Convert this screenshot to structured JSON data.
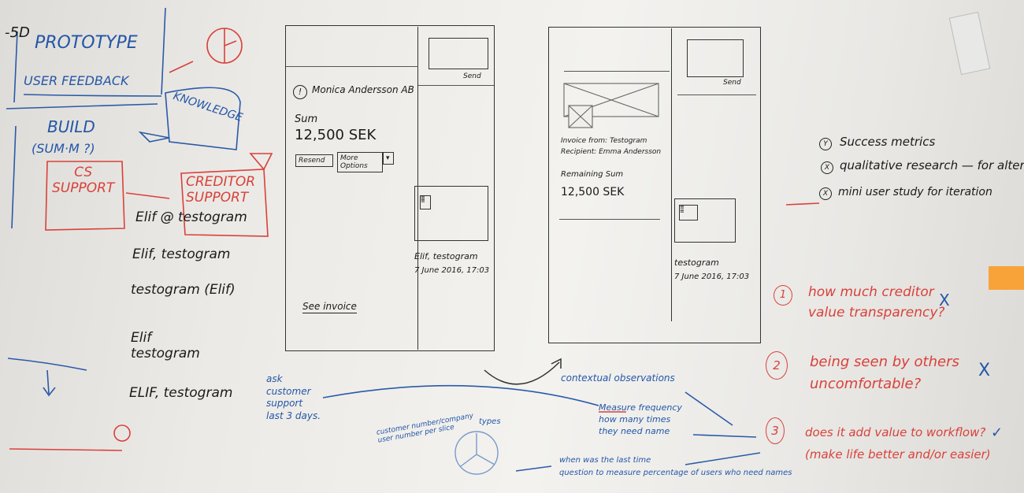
{
  "left_notes": {
    "step_marker": "-5D",
    "prototype": "PROTOTYPE",
    "user_feedback": "USER FEEDBACK",
    "build": "BUILD",
    "build_sub": "(SUM·M ?)",
    "knowledge": "KNOWLEDGE",
    "cs_support": "CS\nSUPPORT",
    "creditor_support": "CREDITOR\nSUPPORT"
  },
  "name_variants": [
    "Elif @ testogram",
    "Elif, testogram",
    "testogram (Elif)",
    "Elif\ntestogram",
    "ELIF, testogram"
  ],
  "wireframe_1": {
    "send_label": "Send",
    "alert_icon": "!",
    "company": "Monica Andersson AB",
    "sum_label": "Sum",
    "sum_value": "12,500 SEK",
    "resend_button": "Resend",
    "more_options_button": "More Options",
    "see_invoice_link": "See invoice",
    "message_author": "Elif, testogram",
    "message_time": "7 June 2016, 17:03"
  },
  "wireframe_2": {
    "send_label": "Send",
    "invoice_from": "Invoice from: Testogram",
    "recipient": "Recipient: Emma Andersson",
    "remaining_label": "Remaining Sum",
    "remaining_value": "12,500 SEK",
    "message_author": "testogram",
    "message_time": "7 June 2016, 17:03"
  },
  "research_list": [
    {
      "marker": "Y",
      "text": "Success metrics"
    },
    {
      "marker": "X",
      "text": "qualitative research — for alternat"
    },
    {
      "marker": "X",
      "text": "mini user study for iteration"
    }
  ],
  "questions": [
    {
      "number": "1",
      "text": "how much creditor\nvalue transparency?",
      "mark": "X"
    },
    {
      "number": "2",
      "text": "being seen by others\nuncomfortable?",
      "mark": "X"
    },
    {
      "number": "3",
      "text": "does it add value to workflow?\n(make life better and/or easier)",
      "mark": "✓"
    }
  ],
  "bottom_notes": {
    "contextual": "contextual observations",
    "ask_support": "ask\ncustomer\nsupport\nlast 3 days.",
    "measure_frequency": "Measure frequency\nhow many times\nthey need name",
    "customer_number": "customer number/company\nuser number per slice",
    "types": "types",
    "last_time": "when was the last time\nquestion to measure percentage of users who need names"
  },
  "colors": {
    "red": "#d9413b",
    "blue": "#2356a8",
    "black": "#1a1a1a",
    "sticky": "#f7a33a"
  }
}
